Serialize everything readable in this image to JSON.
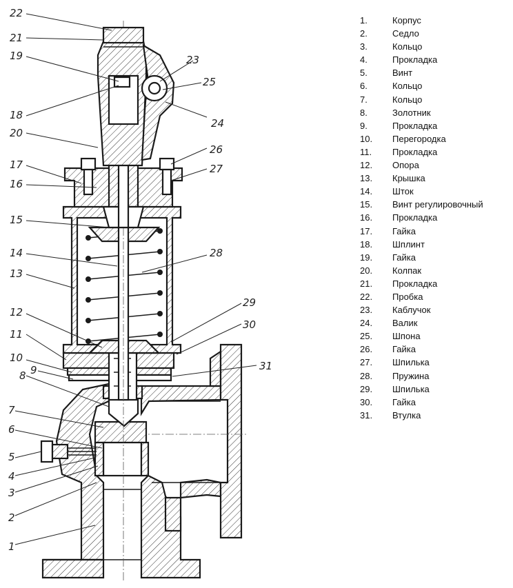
{
  "callouts": [
    "1",
    "2",
    "3",
    "4",
    "5",
    "6",
    "7",
    "8",
    "9",
    "10",
    "11",
    "12",
    "13",
    "14",
    "15",
    "16",
    "17",
    "18",
    "19",
    "20",
    "21",
    "22",
    "23",
    "24",
    "25",
    "26",
    "27",
    "28",
    "29",
    "30",
    "31"
  ],
  "legend": [
    {
      "num": "1.",
      "label": "Корпус"
    },
    {
      "num": "2.",
      "label": "Седло"
    },
    {
      "num": "3.",
      "label": "Кольцо"
    },
    {
      "num": "4.",
      "label": "Прокладка"
    },
    {
      "num": "5.",
      "label": "Винт"
    },
    {
      "num": "6.",
      "label": "Кольцо"
    },
    {
      "num": "7.",
      "label": "Кольцо"
    },
    {
      "num": "8.",
      "label": "Золотник"
    },
    {
      "num": "9.",
      "label": "Прокладка"
    },
    {
      "num": "10.",
      "label": "Перегородка"
    },
    {
      "num": "11.",
      "label": "Прокладка"
    },
    {
      "num": "12.",
      "label": "Опора"
    },
    {
      "num": "13.",
      "label": "Крышка"
    },
    {
      "num": "14.",
      "label": "Шток"
    },
    {
      "num": "15.",
      "label": "Винт регулировочный"
    },
    {
      "num": "16.",
      "label": "Прокладка"
    },
    {
      "num": "17.",
      "label": "Гайка"
    },
    {
      "num": "18.",
      "label": "Шплинт"
    },
    {
      "num": "19.",
      "label": "Гайка"
    },
    {
      "num": "20.",
      "label": "Колпак"
    },
    {
      "num": "21.",
      "label": "Прокладка"
    },
    {
      "num": "22.",
      "label": "Пробка"
    },
    {
      "num": "23.",
      "label": "Каблучок"
    },
    {
      "num": "24.",
      "label": "Валик"
    },
    {
      "num": "25.",
      "label": "Шпона"
    },
    {
      "num": "26.",
      "label": "Гайка"
    },
    {
      "num": "27.",
      "label": "Шпилька"
    },
    {
      "num": "28.",
      "label": "Пружина"
    },
    {
      "num": "29.",
      "label": "Шпилька"
    },
    {
      "num": "30.",
      "label": "Гайка"
    },
    {
      "num": "31.",
      "label": "Втулка"
    }
  ]
}
